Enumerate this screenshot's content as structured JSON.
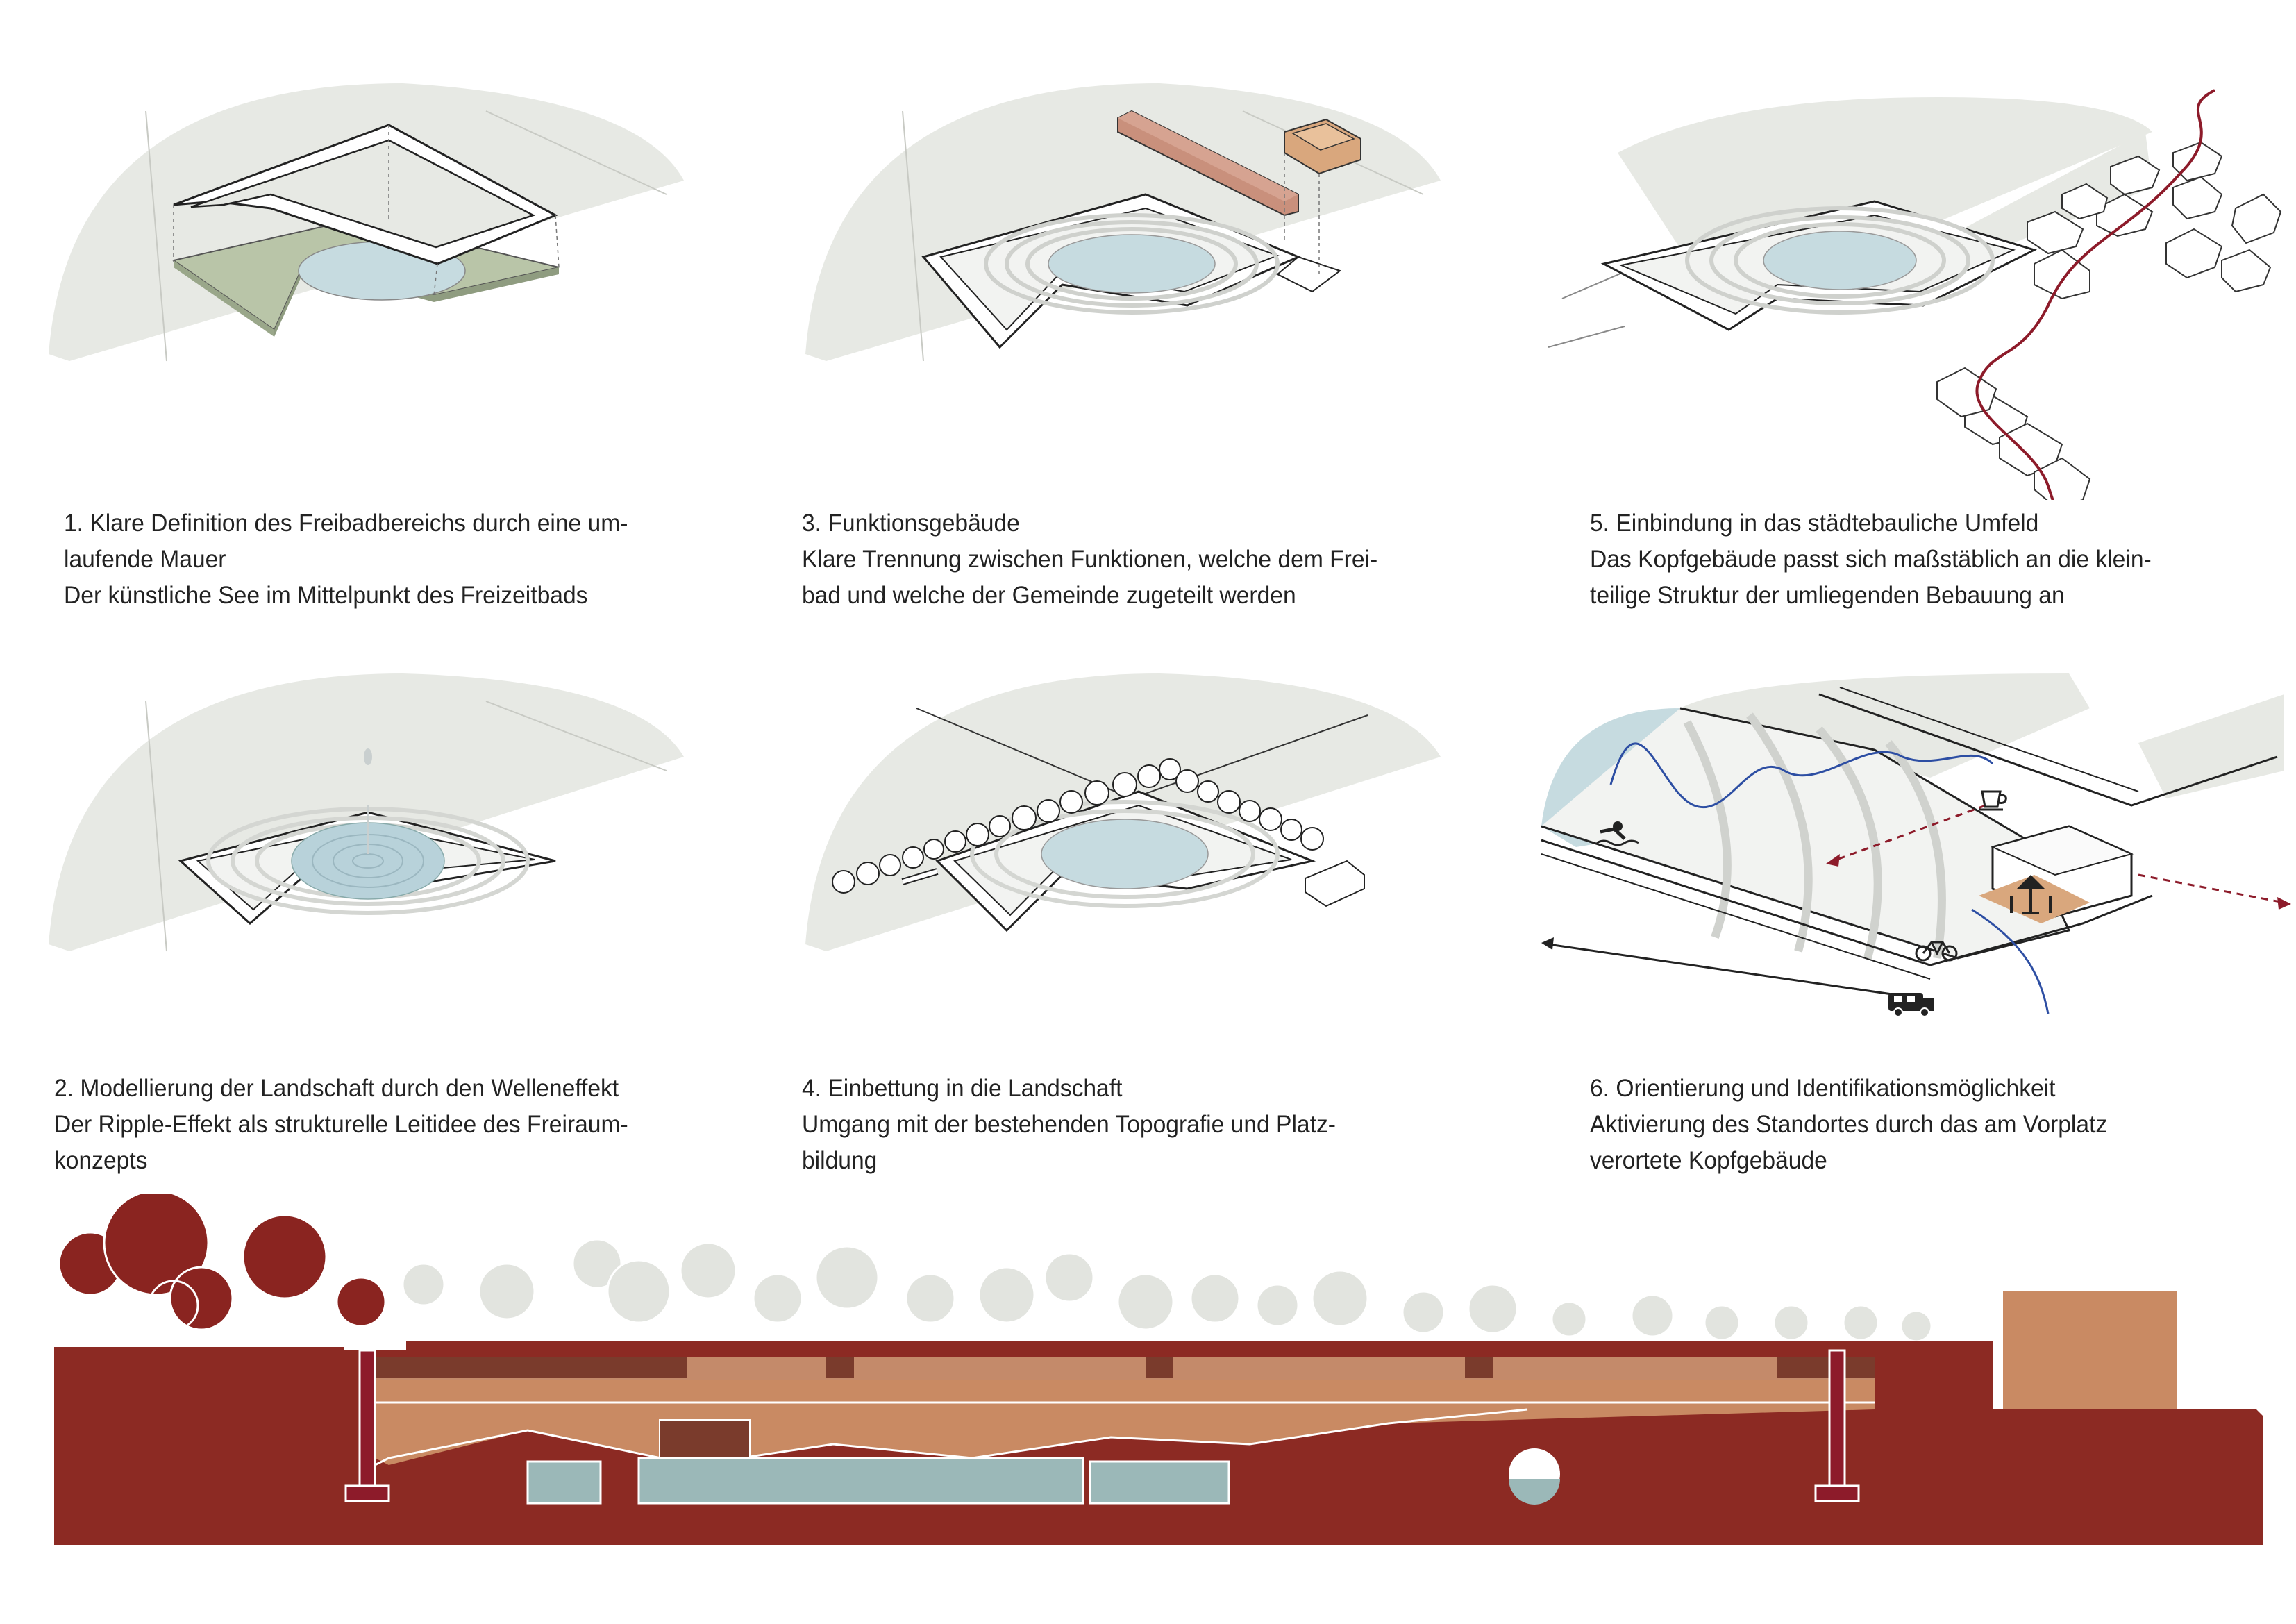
{
  "palette": {
    "ground": "#e7e9e4",
    "water": "#c6dbe0",
    "moss": "#b9c5a8",
    "brick": "#c9907c",
    "wood": "#d9a77d",
    "red_line": "#8d1b2a",
    "blue_line": "#2d4ea3",
    "soil_dark": "#8c2a23",
    "soil_light": "#c98a63",
    "tree_red": "#8a2420",
    "tree_grey": "#e2e4df"
  },
  "icons": [
    "swimmer-icon",
    "coffee-cup-icon",
    "cafe-table-icon",
    "bicycle-icon",
    "camper-van-icon"
  ],
  "captions": [
    {
      "id": "cap1",
      "lines": [
        "1. Klare Definition des Freibadbereichs durch eine um-",
        "laufende Mauer",
        "Der künstliche See im Mittelpunkt des Freizeitbads"
      ]
    },
    {
      "id": "cap3",
      "lines": [
        "3. Funktionsgebäude",
        "Klare Trennung zwischen Funktionen, welche dem Frei-",
        "bad und welche der Gemeinde zugeteilt werden"
      ]
    },
    {
      "id": "cap5",
      "lines": [
        "5. Einbindung in das städtebauliche Umfeld",
        "Das Kopfgebäude passt sich maßstäblich an die klein-",
        "teilige Struktur der umliegenden Bebauung an"
      ]
    },
    {
      "id": "cap2",
      "lines": [
        "2. Modellierung der Landschaft durch den Welleneffekt",
        "Der Ripple-Effekt als strukturelle Leitidee des Freiraum-",
        "konzepts"
      ]
    },
    {
      "id": "cap4",
      "lines": [
        "4. Einbettung in die Landschaft",
        "Umgang mit der bestehenden Topografie  und Platz-",
        "bildung"
      ]
    },
    {
      "id": "cap6",
      "lines": [
        "6. Orientierung und Identifikationsmöglichkeit",
        "Aktivierung des Standortes durch das am Vorplatz",
        "verortete Kopfgebäude"
      ]
    }
  ]
}
